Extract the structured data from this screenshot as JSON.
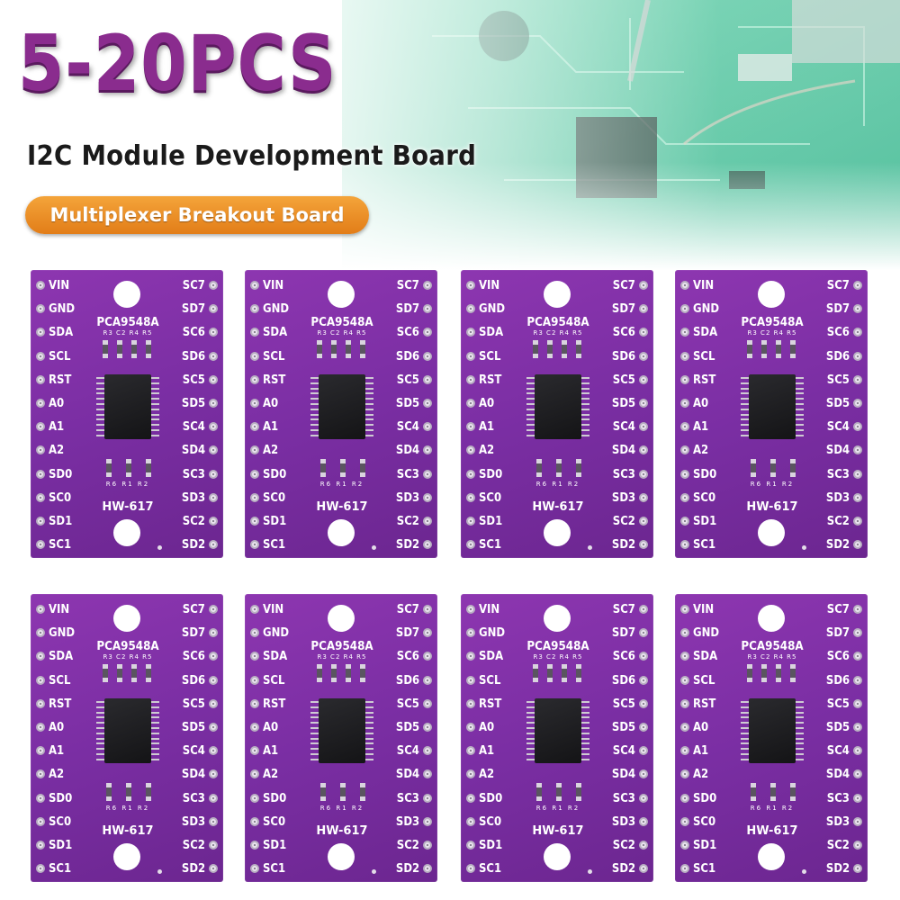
{
  "headline": "5-20PCS",
  "subtitle": "I2C Module Development Board",
  "tag": "Multiplexer Breakout Board",
  "board": {
    "chip": "PCA9548A",
    "model": "HW-617",
    "top_components": "R3 C2 R4 R5",
    "bottom_components": "R6 R1 R2",
    "left_pins": [
      "VIN",
      "GND",
      "SDA",
      "SCL",
      "RST",
      "A0",
      "A1",
      "A2",
      "SD0",
      "SC0",
      "SD1",
      "SC1"
    ],
    "right_pins": [
      "SC7",
      "SD7",
      "SC6",
      "SD6",
      "SC5",
      "SD5",
      "SC4",
      "SD4",
      "SC3",
      "SD3",
      "SC2",
      "SD2"
    ]
  },
  "board_count": 8,
  "colors": {
    "board_purple": "#7a2ea3",
    "headline_purple": "#8a2c8e",
    "tag_orange": "#e8891f"
  }
}
